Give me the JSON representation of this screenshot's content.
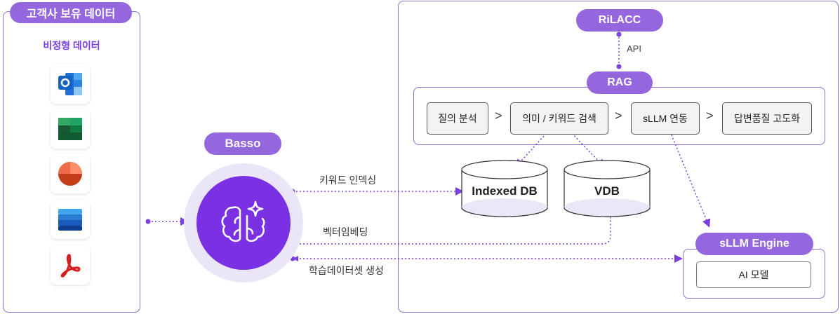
{
  "customer": {
    "title": "고객사 보유 데이터",
    "subtitle": "비정형 데이터",
    "files": [
      {
        "icon": "outlook-icon",
        "color": "#1f6fd6"
      },
      {
        "icon": "excel-icon",
        "color": "#1d7a45"
      },
      {
        "icon": "powerpoint-icon",
        "color": "#d8502c"
      },
      {
        "icon": "word-icon",
        "color": "#2364c8"
      },
      {
        "icon": "pdf-icon",
        "color": "#d2201f"
      }
    ]
  },
  "basso": {
    "label": "Basso",
    "icon": "brain-sparkle-icon",
    "flows": {
      "keyword_indexing": "키워드 인덱싱",
      "vector_embedding": "벡터임베딩",
      "training_dataset": "학습데이터셋 생성"
    }
  },
  "system": {
    "rilacc": "RiLACC",
    "api": "API",
    "rag": {
      "label": "RAG",
      "steps": [
        "질의 분석",
        "의미 / 키워드 검색",
        "sLLM 연동",
        "답변품질 고도화"
      ],
      "separator": ">"
    },
    "databases": {
      "indexed": "Indexed DB",
      "vdb": "VDB"
    },
    "engine": {
      "label": "sLLM Engine",
      "model": "AI 모델"
    }
  },
  "colors": {
    "accent": "#9567de",
    "brain": "#7a31e3",
    "border": "#8b6fd6",
    "line": "#7b3fe4"
  }
}
